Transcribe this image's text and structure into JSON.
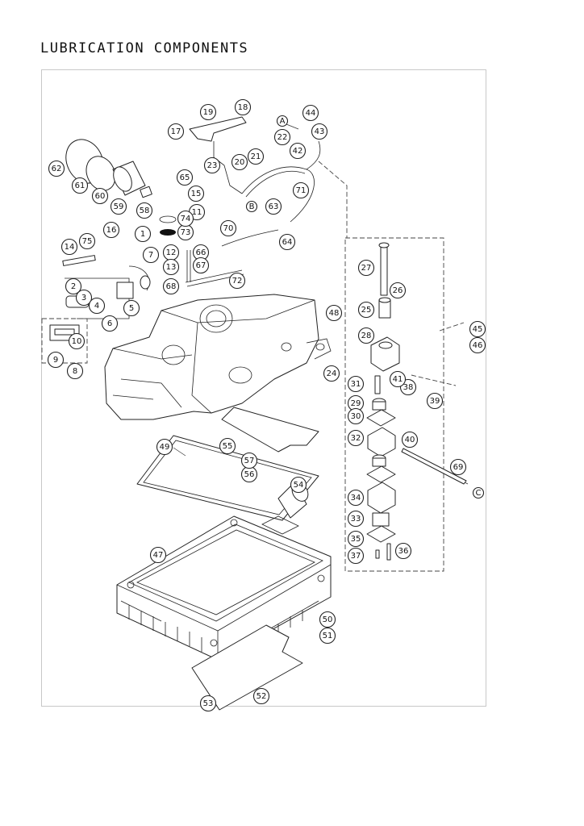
{
  "title": "LUBRICATION COMPONENTS",
  "callouts": [
    "1",
    "2",
    "3",
    "4",
    "5",
    "6",
    "7",
    "8",
    "9",
    "10",
    "11",
    "12",
    "13",
    "14",
    "15",
    "16",
    "17",
    "18",
    "19",
    "20",
    "21",
    "22",
    "23",
    "24",
    "25",
    "26",
    "27",
    "28",
    "29",
    "30",
    "31",
    "32",
    "33",
    "34",
    "35",
    "36",
    "37",
    "38",
    "39",
    "40",
    "41",
    "42",
    "43",
    "44",
    "45",
    "46",
    "47",
    "48",
    "49",
    "50",
    "51",
    "52",
    "53",
    "54",
    "55",
    "56",
    "57",
    "58",
    "59",
    "60",
    "61",
    "62",
    "63",
    "64",
    "65",
    "66",
    "67",
    "68",
    "69",
    "70",
    "71",
    "72",
    "73",
    "74",
    "75",
    "A",
    "B",
    "C"
  ]
}
